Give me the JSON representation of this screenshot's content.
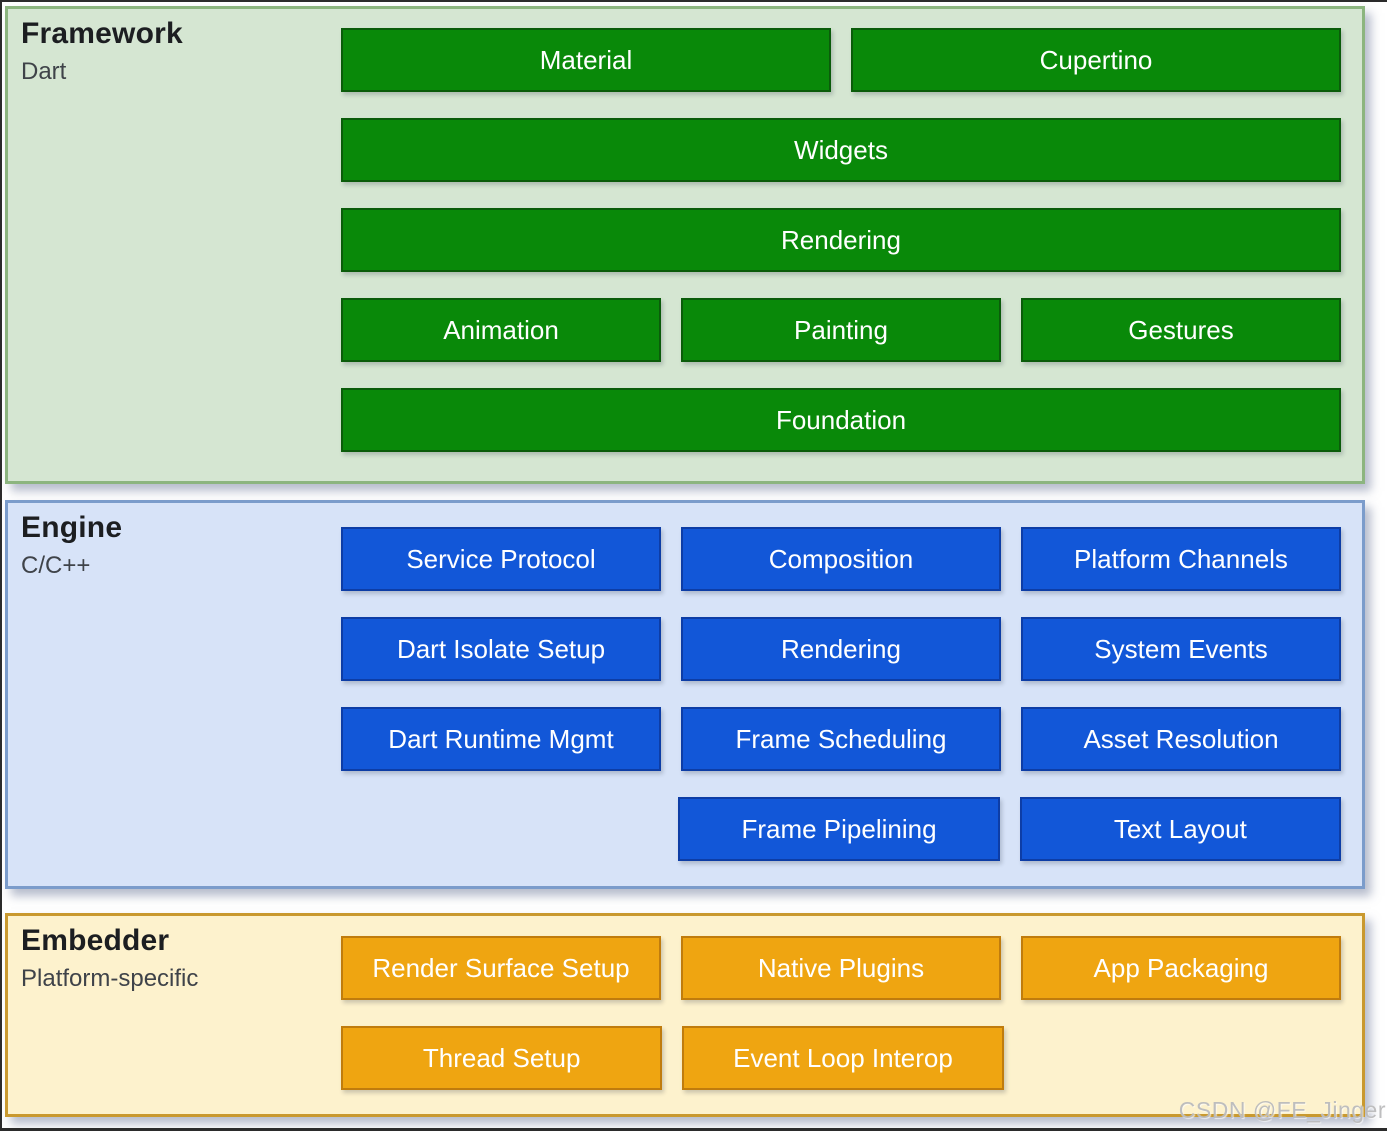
{
  "watermark": "CSDN @FE_Jinger",
  "layers": [
    {
      "id": "framework",
      "title": "Framework",
      "subtitle": "Dart",
      "colors": {
        "panel_bg": "#d5e6d2",
        "panel_border": "#8cb57f",
        "button_bg": "#098909",
        "button_border": "#0a5c0a"
      },
      "rows": [
        [
          "Material",
          "Cupertino"
        ],
        [
          "Widgets"
        ],
        [
          "Rendering"
        ],
        [
          "Animation",
          "Painting",
          "Gestures"
        ],
        [
          "Foundation"
        ]
      ]
    },
    {
      "id": "engine",
      "title": "Engine",
      "subtitle": "C/C++",
      "colors": {
        "panel_bg": "#d7e3f8",
        "panel_border": "#7b9ccb",
        "button_bg": "#1257d8",
        "button_border": "#0d3da6"
      },
      "rows": [
        [
          "Service Protocol",
          "Composition",
          "Platform Channels"
        ],
        [
          "Dart Isolate Setup",
          "Rendering",
          "System Events"
        ],
        [
          "Dart Runtime Mgmt",
          "Frame Scheduling",
          "Asset Resolution"
        ],
        [
          null,
          "Frame Pipelining",
          "Text Layout"
        ]
      ]
    },
    {
      "id": "embedder",
      "title": "Embedder",
      "subtitle": "Platform-specific",
      "colors": {
        "panel_bg": "#fdf2cd",
        "panel_border": "#c9992f",
        "button_bg": "#efa511",
        "button_border": "#c07c0d"
      },
      "rows": [
        [
          "Render Surface Setup",
          "Native Plugins",
          "App Packaging"
        ],
        [
          "Thread Setup",
          "Event Loop Interop",
          null
        ]
      ]
    }
  ]
}
